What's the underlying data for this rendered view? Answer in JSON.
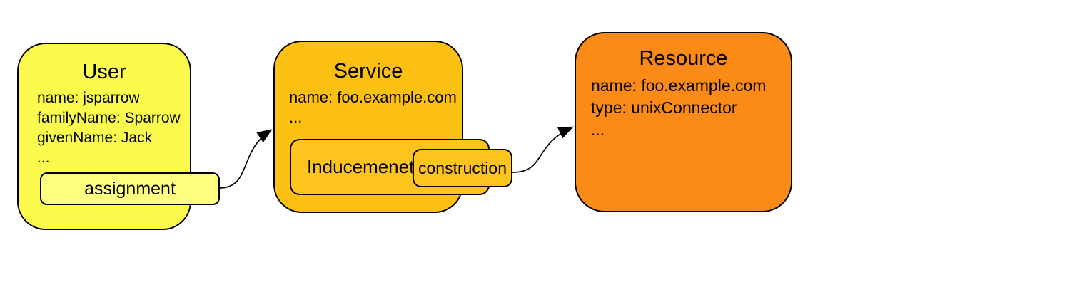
{
  "colors": {
    "background": "#ffffff",
    "border": "#000000",
    "arrow": "#000000",
    "user_fill": "#fbfb4d",
    "assignment_fill": "#ffff80",
    "service_fill": "#fcc012",
    "inducement_fill": "#fcc41d",
    "construction_fill": "#fcc41d",
    "resource_fill": "#fb8b16"
  },
  "nodes": {
    "user": {
      "title": "User",
      "lines": [
        "name: jsparrow",
        "familyName: Sparrow",
        "givenName: Jack",
        "..."
      ]
    },
    "assignment": {
      "label": "assignment"
    },
    "service": {
      "title": "Service",
      "lines": [
        "name: foo.example.com",
        "..."
      ]
    },
    "inducement": {
      "label": "Inducemenet"
    },
    "construction": {
      "label": "construction"
    },
    "resource": {
      "title": "Resource",
      "lines": [
        "name: foo.example.com",
        "type: unixConnector",
        "..."
      ]
    }
  },
  "edges": [
    {
      "name": "assignment-to-service",
      "from": "assignment",
      "to": "service"
    },
    {
      "name": "construction-to-resource",
      "from": "construction",
      "to": "resource"
    }
  ]
}
